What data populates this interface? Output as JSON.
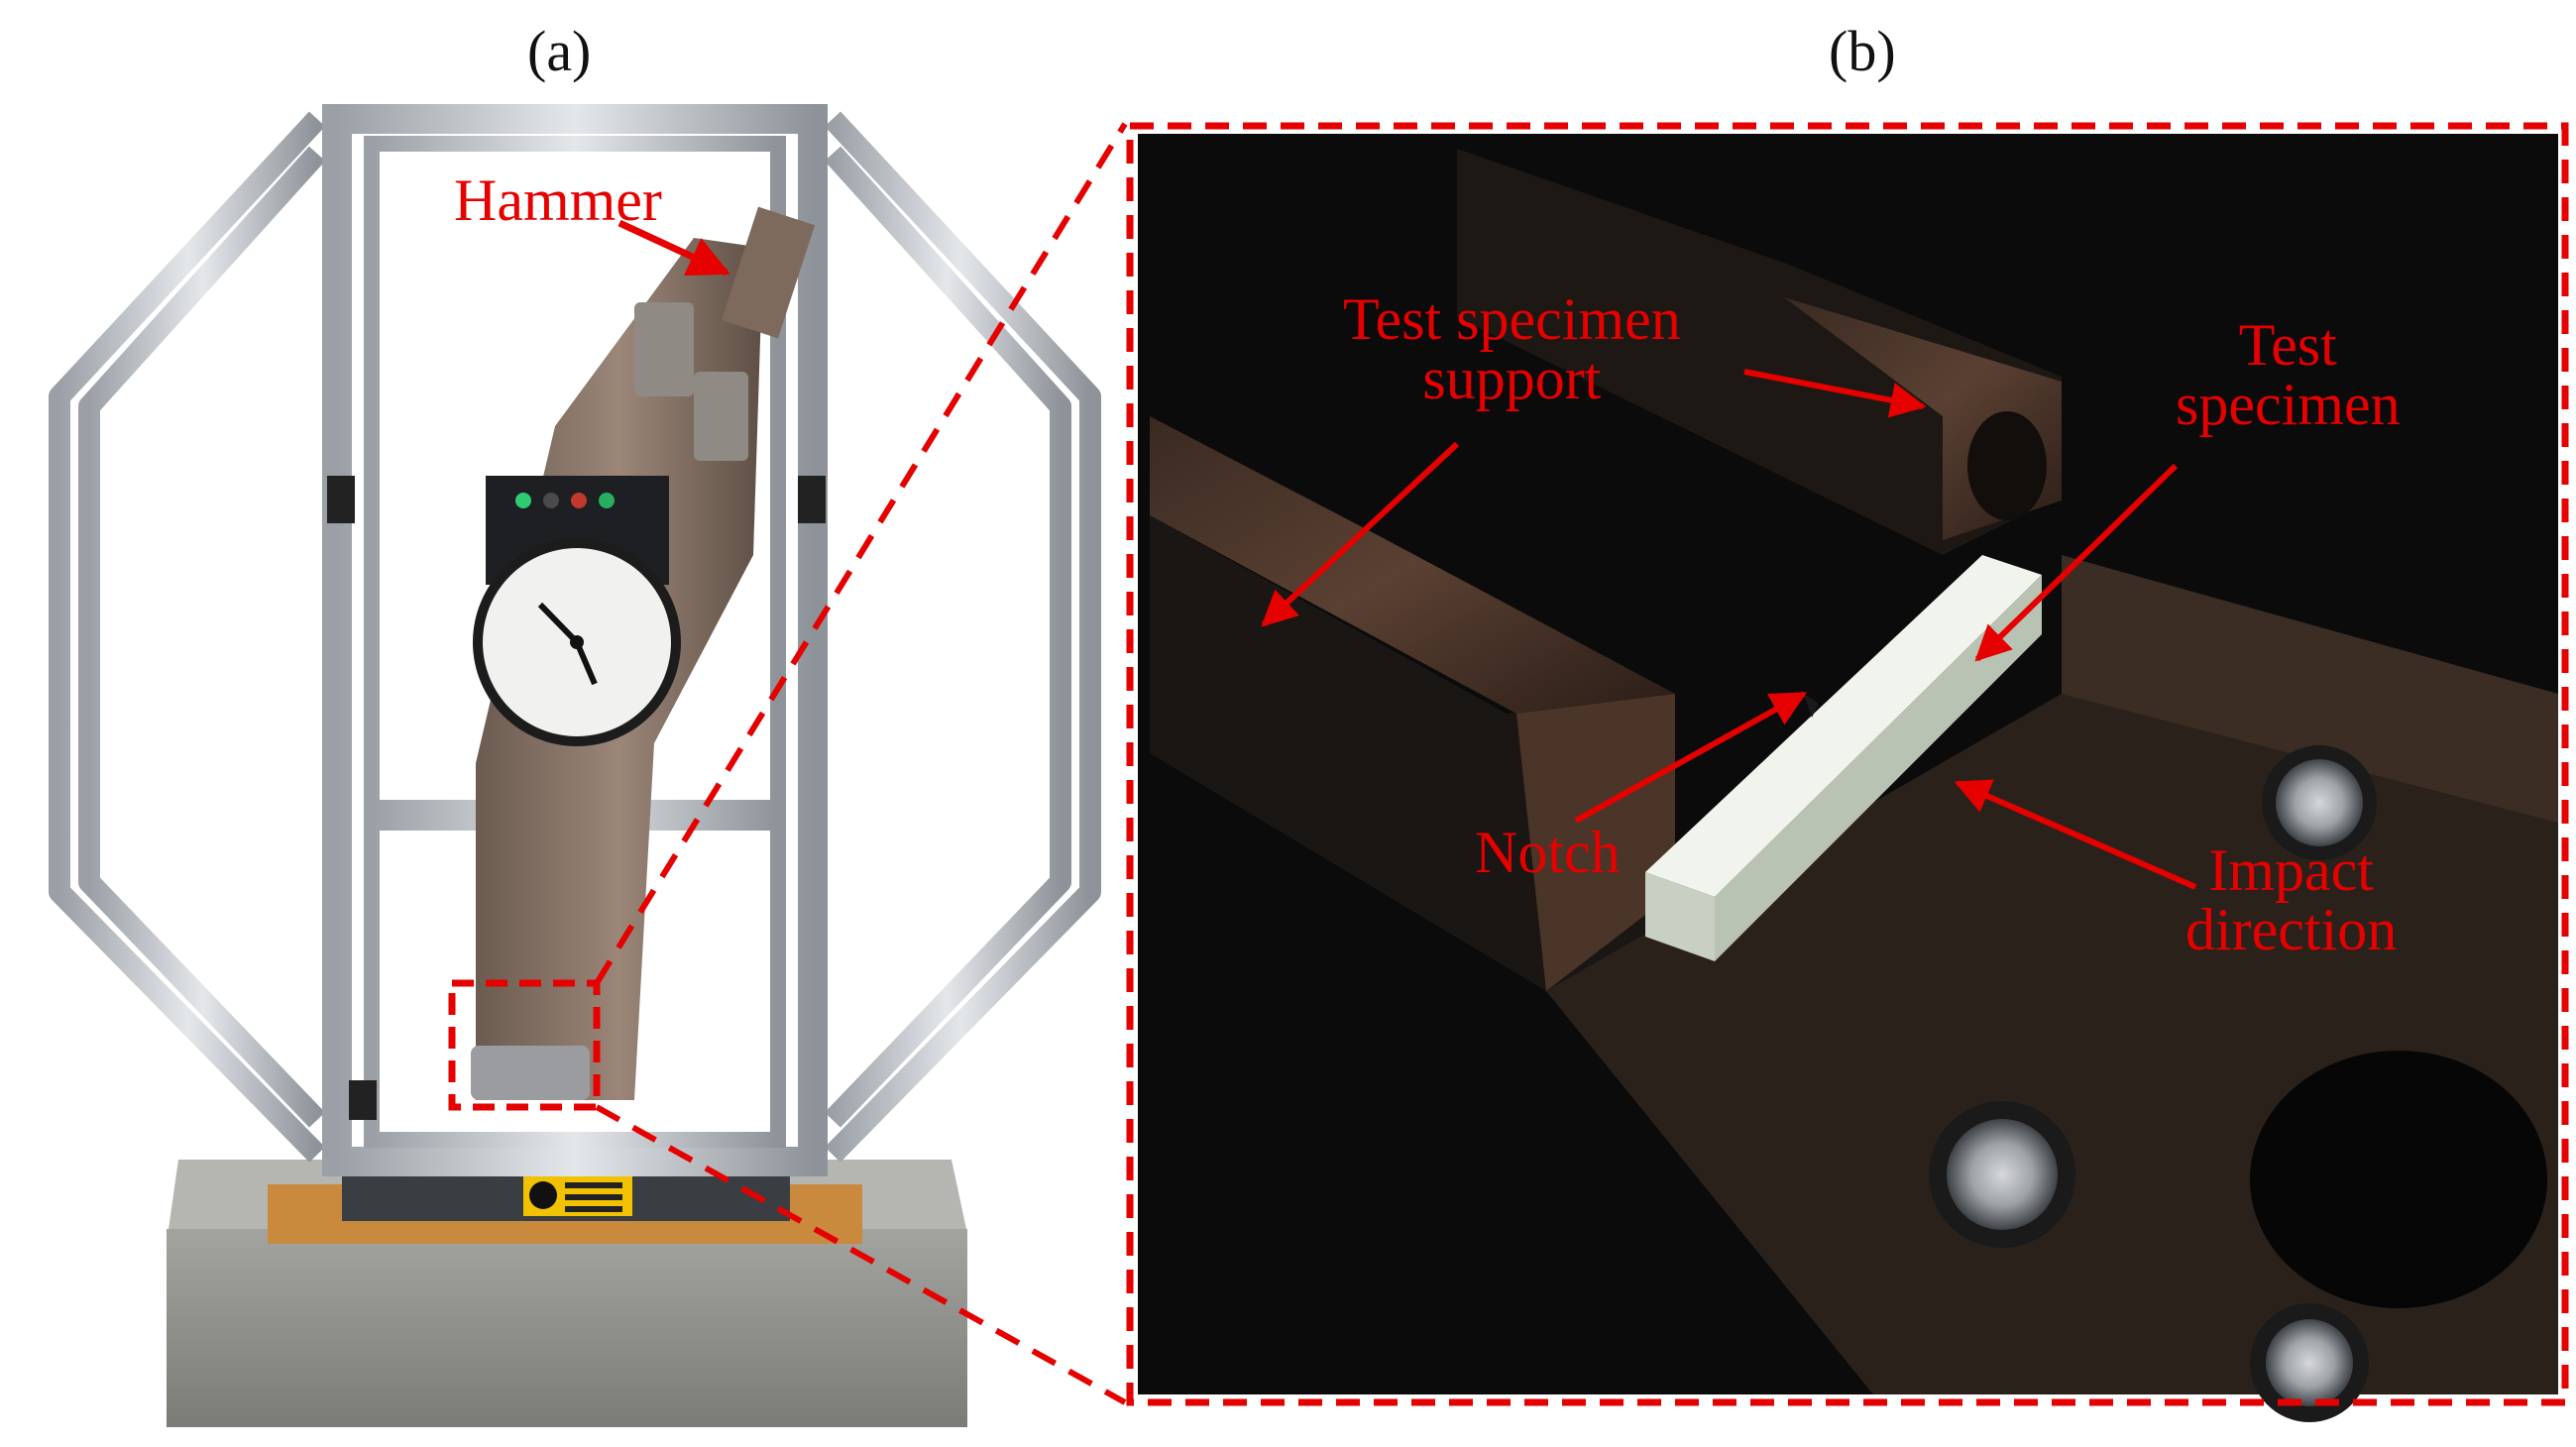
{
  "panels": {
    "a": {
      "label": "(a)"
    },
    "b": {
      "label": "(b)"
    }
  },
  "callouts": {
    "hammer": "Hammer",
    "support_line1": "Test specimen",
    "support_line2": "support",
    "specimen_line1": "Test",
    "specimen_line2": "specimen",
    "notch": "Notch",
    "impact_line1": "Impact",
    "impact_line2": "direction"
  },
  "colors": {
    "annotation": "#e60000",
    "frame_profile": "#b9bec4",
    "base": "#8e8e8a",
    "photo_background": "#0b0b0b",
    "specimen": "#d8e0d4"
  }
}
